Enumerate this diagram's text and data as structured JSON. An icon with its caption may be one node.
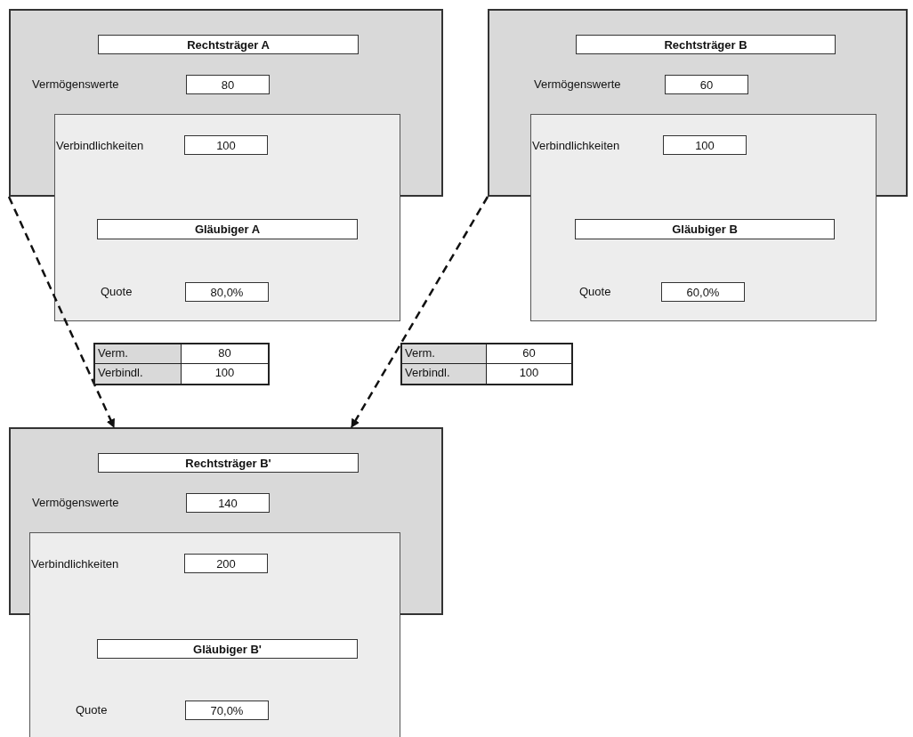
{
  "diagram": {
    "nodes": [
      {
        "text": [
          "Vermögenswerte"
        ]
      },
      {
        "text": [
          "Rechtsträger A"
        ],
        "in": 0
      },
      {
        "text": [
          "80"
        ],
        "in": 0
      },
      {
        "text": [
          "Vermögenswerte"
        ]
      },
      {
        "text": [
          "Rechtsträger B"
        ],
        "in": 3
      },
      {
        "text": [
          "60"
        ],
        "in": 3
      },
      {
        "text": [
          "Verbindlichkeiten",
          "Quote"
        ]
      },
      {
        "text": [
          "100"
        ]
      },
      {
        "text": [
          "Gläubiger A"
        ],
        "in": 6
      },
      {
        "text": [
          "80,0%"
        ],
        "in": 6
      },
      {
        "text": [
          "Verbindlichkeiten",
          "Quote"
        ]
      },
      {
        "text": [
          "100"
        ]
      },
      {
        "text": [
          "Gläubiger B"
        ],
        "in": 10
      },
      {
        "text": [
          "60,0%"
        ],
        "in": 10
      },
      {
        "text": [
          "Verm.",
          "80",
          "Verbindl.",
          "100"
        ]
      },
      {
        "text": [
          "Verm.",
          "60",
          "Verbindl.",
          "100"
        ]
      },
      {
        "text": [
          "Vermögenswerte"
        ]
      },
      {
        "text": [
          "Rechtsträger B'"
        ],
        "in": 16
      },
      {
        "text": [
          "140"
        ],
        "in": 16
      },
      {
        "text": [
          "Verbindlichkeiten",
          "Quote"
        ]
      },
      {
        "text": [
          "200"
        ]
      },
      {
        "text": [
          "Gläubiger B'"
        ],
        "in": 19
      },
      {
        "text": [
          "70,0%"
        ],
        "in": 19
      }
    ],
    "edges": [
      {
        "from": 0,
        "to": 16,
        "arrow": "to",
        "style": "dashed"
      },
      {
        "from": 3,
        "to": 16,
        "arrow": "to",
        "style": "dashed"
      }
    ]
  }
}
